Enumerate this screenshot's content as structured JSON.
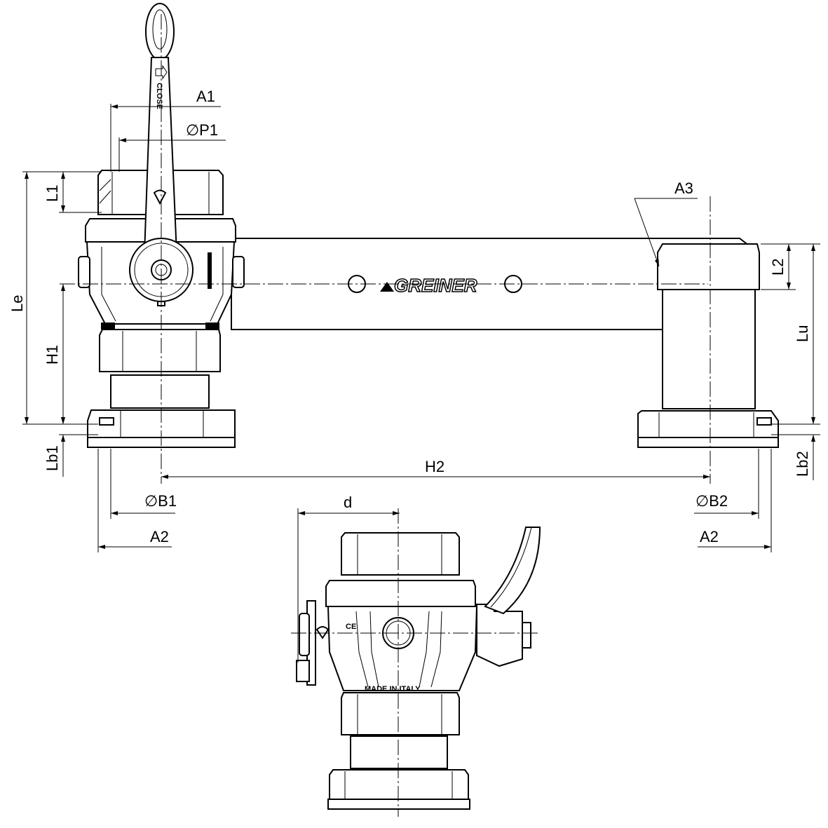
{
  "drawing": {
    "brand": "GREINER",
    "handle_text": "CLOSE",
    "origin_text": "MADE IN ITALY"
  },
  "dimensions": {
    "a1": "A1",
    "p1": "∅P1",
    "l1": "L1",
    "le": "Le",
    "h1": "H1",
    "lb1": "Lb1",
    "a3": "A3",
    "l2": "L2",
    "lu": "Lu",
    "lb2": "Lb2",
    "h2": "H2",
    "b1": "∅B1",
    "b2": "∅B2",
    "a2_left": "A2",
    "a2_right": "A2",
    "d": "d"
  }
}
